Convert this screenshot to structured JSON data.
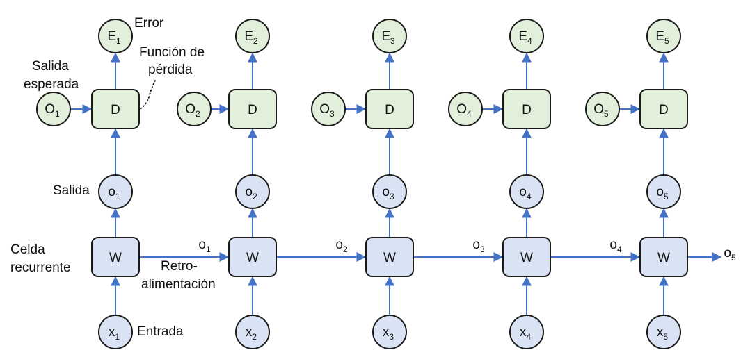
{
  "labels": {
    "error": "Error",
    "loss_line1": "Función de",
    "loss_line2": "pérdida",
    "expected_line1": "Salida",
    "expected_line2": "esperada",
    "output": "Salida",
    "cell_line1": "Celda",
    "cell_line2": "recurrente",
    "feedback_line1": "Retro-",
    "feedback_line2": "alimentación",
    "input": "Entrada"
  },
  "colors": {
    "arrow": "#4472C4",
    "green_fill": "#E2EFDA",
    "blue_fill": "#DAE3F3",
    "stroke": "#1a1a1a"
  },
  "steps": [
    {
      "error": "E",
      "error_sub": "1",
      "expected": "O",
      "expected_sub": "1",
      "loss": "D",
      "output": "o",
      "output_sub": "1",
      "cell": "W",
      "input": "x",
      "input_sub": "1",
      "recur": "o",
      "recur_sub": "1"
    },
    {
      "error": "E",
      "error_sub": "2",
      "expected": "O",
      "expected_sub": "2",
      "loss": "D",
      "output": "o",
      "output_sub": "2",
      "cell": "W",
      "input": "x",
      "input_sub": "2",
      "recur": "o",
      "recur_sub": "2"
    },
    {
      "error": "E",
      "error_sub": "3",
      "expected": "O",
      "expected_sub": "3",
      "loss": "D",
      "output": "o",
      "output_sub": "3",
      "cell": "W",
      "input": "x",
      "input_sub": "3",
      "recur": "o",
      "recur_sub": "3"
    },
    {
      "error": "E",
      "error_sub": "4",
      "expected": "O",
      "expected_sub": "4",
      "loss": "D",
      "output": "o",
      "output_sub": "4",
      "cell": "W",
      "input": "x",
      "input_sub": "4",
      "recur": "o",
      "recur_sub": "4"
    },
    {
      "error": "E",
      "error_sub": "5",
      "expected": "O",
      "expected_sub": "5",
      "loss": "D",
      "output": "o",
      "output_sub": "5",
      "cell": "W",
      "input": "x",
      "input_sub": "5",
      "recur": "o",
      "recur_sub": "5"
    }
  ]
}
